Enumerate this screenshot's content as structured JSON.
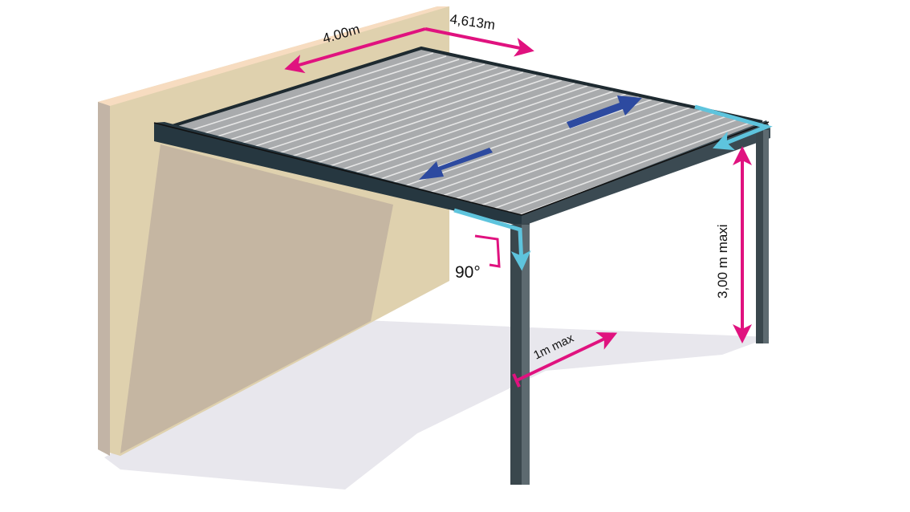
{
  "diagram": {
    "subject": "Bioclimatic pergola with adjustable louvres, wall-mounted",
    "labels": {
      "wall_length": "4.00m",
      "projection": "4,613m",
      "max_height": "3,00 m maxi",
      "right_angle": "90°",
      "post_offset": "1m max"
    },
    "colors": {
      "dimension_arrow": "#e0127f",
      "louvre_motion_arrow": "#2d4aa0",
      "water_drain_arrow": "#5ec4dd",
      "frame": "#2a3a42",
      "louvres": "#a9abad",
      "louvre_highlight": "#e6e6e6",
      "wall_front": "#dfd1ae",
      "wall_shadow": "#c5b6a2",
      "wall_edge": "#c2b4a6",
      "wall_top": "#f7dcc0",
      "ground_shadow": "#e8e7ed",
      "text": "#111111"
    }
  }
}
